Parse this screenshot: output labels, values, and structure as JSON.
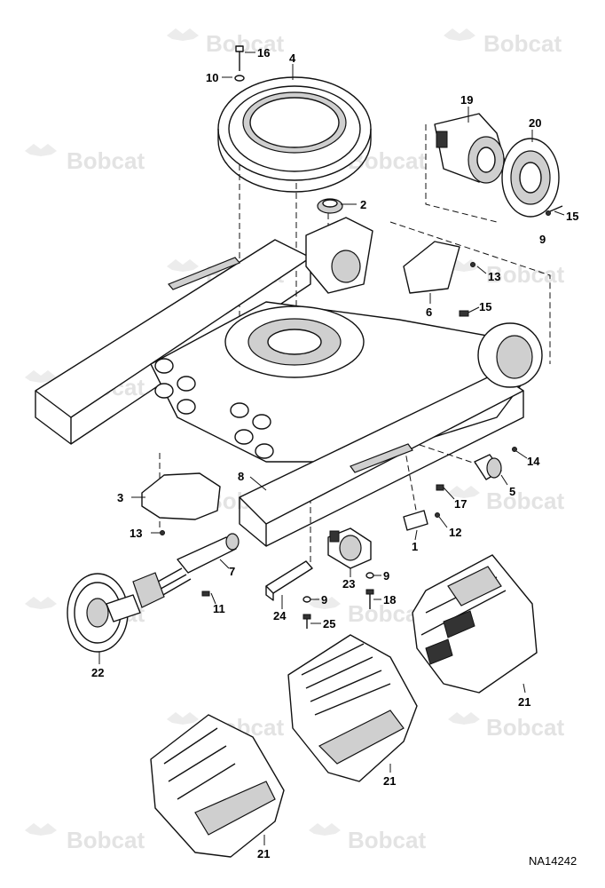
{
  "watermark": {
    "brand": "Bobcat",
    "icon": "bobcat-logo-icon"
  },
  "figure_code": "NA14242",
  "callouts": [
    {
      "id": "c16",
      "label": "16"
    },
    {
      "id": "c10",
      "label": "10"
    },
    {
      "id": "c4",
      "label": "4"
    },
    {
      "id": "c19",
      "label": "19"
    },
    {
      "id": "c20",
      "label": "20"
    },
    {
      "id": "c2",
      "label": "2"
    },
    {
      "id": "c15a",
      "label": "15"
    },
    {
      "id": "c9a",
      "label": "9"
    },
    {
      "id": "c13a",
      "label": "13"
    },
    {
      "id": "c6",
      "label": "6"
    },
    {
      "id": "c15b",
      "label": "15"
    },
    {
      "id": "c14",
      "label": "14"
    },
    {
      "id": "c3",
      "label": "3"
    },
    {
      "id": "c8",
      "label": "8"
    },
    {
      "id": "c5",
      "label": "5"
    },
    {
      "id": "c17",
      "label": "17"
    },
    {
      "id": "c13b",
      "label": "13"
    },
    {
      "id": "c12",
      "label": "12"
    },
    {
      "id": "c1",
      "label": "1"
    },
    {
      "id": "c7",
      "label": "7"
    },
    {
      "id": "c9b",
      "label": "9"
    },
    {
      "id": "c23",
      "label": "23"
    },
    {
      "id": "c11",
      "label": "11"
    },
    {
      "id": "c18",
      "label": "18"
    },
    {
      "id": "c9c",
      "label": "9"
    },
    {
      "id": "c24",
      "label": "24"
    },
    {
      "id": "c25",
      "label": "25"
    },
    {
      "id": "c22",
      "label": "22"
    },
    {
      "id": "c21a",
      "label": "21"
    },
    {
      "id": "c21b",
      "label": "21"
    },
    {
      "id": "c21c",
      "label": "21"
    }
  ]
}
